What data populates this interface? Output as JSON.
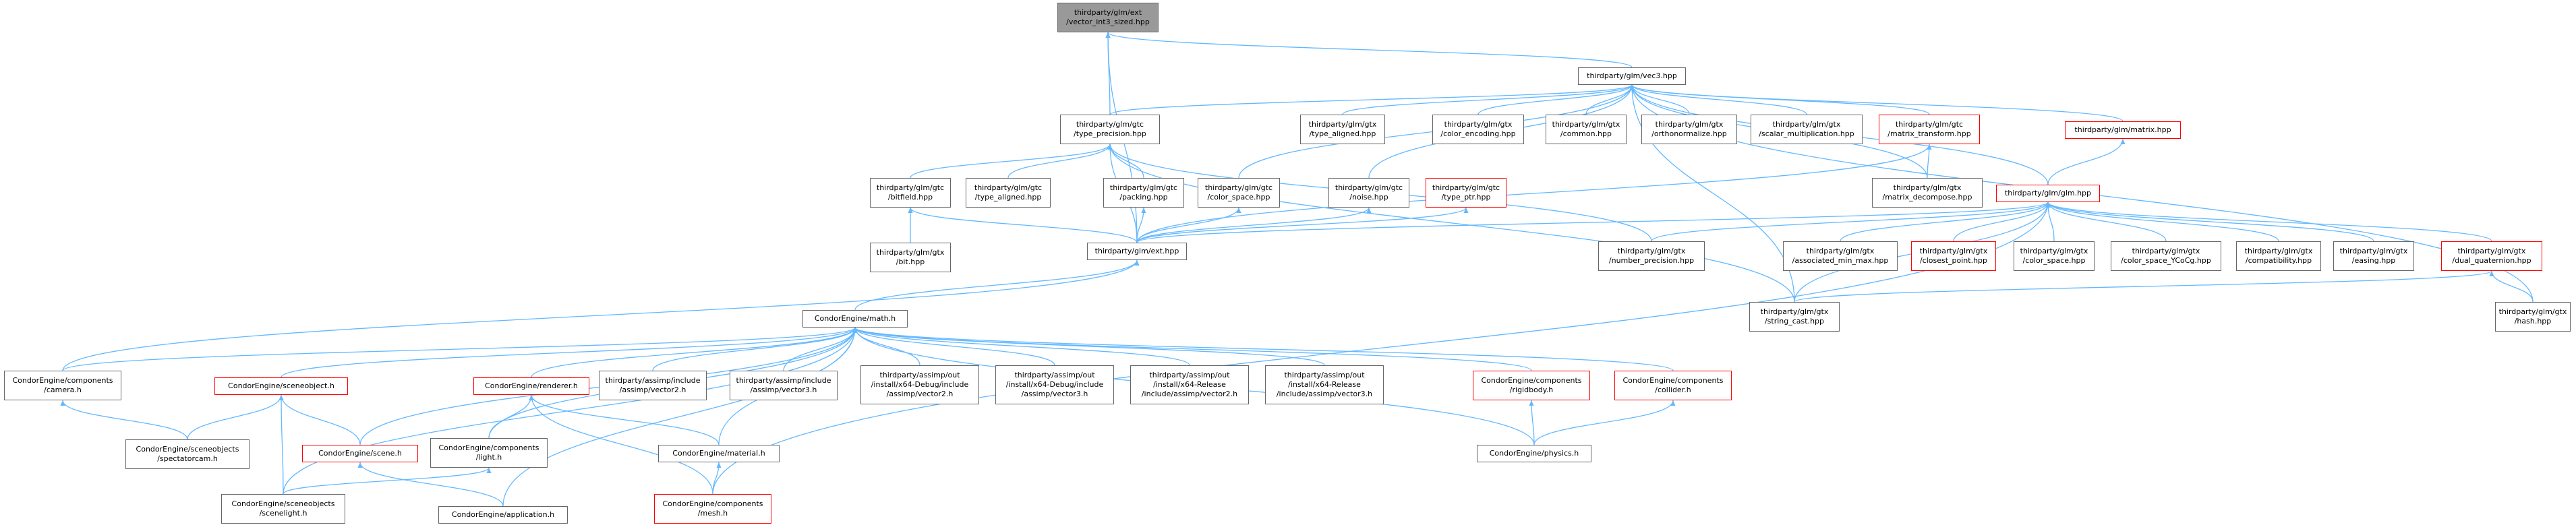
{
  "nodes": {
    "vec_int3": {
      "label": "thirdparty/glm/ext\n/vector_int3_sized.hpp",
      "style": "selected"
    },
    "vec3": {
      "label": "thirdparty/glm/vec3.hpp",
      "style": "normal"
    },
    "type_precision": {
      "label": "thirdparty/glm/gtc\n/type_precision.hpp",
      "style": "normal"
    },
    "type_aligned_gtx": {
      "label": "thirdparty/glm/gtx\n/type_aligned.hpp",
      "style": "normal"
    },
    "color_encoding": {
      "label": "thirdparty/glm/gtx\n/color_encoding.hpp",
      "style": "normal"
    },
    "common": {
      "label": "thirdparty/glm/gtx\n/common.hpp",
      "style": "normal"
    },
    "orthonormalize": {
      "label": "thirdparty/glm/gtx\n/orthonormalize.hpp",
      "style": "normal"
    },
    "scalar_mult": {
      "label": "thirdparty/glm/gtx\n/scalar_multiplication.hpp",
      "style": "normal"
    },
    "matrix_transform": {
      "label": "thirdparty/glm/gtc\n/matrix_transform.hpp",
      "style": "red"
    },
    "matrix": {
      "label": "thirdparty/glm/matrix.hpp",
      "style": "red"
    },
    "bitfield": {
      "label": "thirdparty/glm/gtc\n/bitfield.hpp",
      "style": "normal"
    },
    "type_aligned_gtc": {
      "label": "thirdparty/glm/gtc\n/type_aligned.hpp",
      "style": "normal"
    },
    "packing": {
      "label": "thirdparty/glm/gtc\n/packing.hpp",
      "style": "normal"
    },
    "color_space_gtc": {
      "label": "thirdparty/glm/gtc\n/color_space.hpp",
      "style": "normal"
    },
    "noise": {
      "label": "thirdparty/glm/gtc\n/noise.hpp",
      "style": "normal"
    },
    "type_ptr": {
      "label": "thirdparty/glm/gtc\n/type_ptr.hpp",
      "style": "red"
    },
    "matrix_decompose": {
      "label": "thirdparty/glm/gtx\n/matrix_decompose.hpp",
      "style": "normal"
    },
    "glm": {
      "label": "thirdparty/glm/glm.hpp",
      "style": "red"
    },
    "bit": {
      "label": "thirdparty/glm/gtx\n/bit.hpp",
      "style": "normal"
    },
    "ext": {
      "label": "thirdparty/glm/ext.hpp",
      "style": "normal"
    },
    "number_precision": {
      "label": "thirdparty/glm/gtx\n/number_precision.hpp",
      "style": "normal"
    },
    "associated_min_max": {
      "label": "thirdparty/glm/gtx\n/associated_min_max.hpp",
      "style": "normal"
    },
    "closest_point": {
      "label": "thirdparty/glm/gtx\n/closest_point.hpp",
      "style": "red"
    },
    "color_space_gtx": {
      "label": "thirdparty/glm/gtx\n/color_space.hpp",
      "style": "normal"
    },
    "color_space_ycocg": {
      "label": "thirdparty/glm/gtx\n/color_space_YCoCg.hpp",
      "style": "normal"
    },
    "compatibility": {
      "label": "thirdparty/glm/gtx\n/compatibility.hpp",
      "style": "normal"
    },
    "easing": {
      "label": "thirdparty/glm/gtx\n/easing.hpp",
      "style": "normal"
    },
    "dual_quaternion": {
      "label": "thirdparty/glm/gtx\n/dual_quaternion.hpp",
      "style": "red"
    },
    "string_cast": {
      "label": "thirdparty/glm/gtx\n/string_cast.hpp",
      "style": "normal"
    },
    "hash": {
      "label": "thirdparty/glm/gtx\n/hash.hpp",
      "style": "normal"
    },
    "math": {
      "label": "CondorEngine/math.h",
      "style": "normal"
    },
    "camera": {
      "label": "CondorEngine/components\n/camera.h",
      "style": "normal"
    },
    "sceneobject": {
      "label": "CondorEngine/sceneobject.h",
      "style": "red"
    },
    "renderer": {
      "label": "CondorEngine/renderer.h",
      "style": "red"
    },
    "a_vector2": {
      "label": "thirdparty/assimp/include\n/assimp/vector2.h",
      "style": "normal"
    },
    "a_vector3": {
      "label": "thirdparty/assimp/include\n/assimp/vector3.h",
      "style": "normal"
    },
    "a_dbg_vector2": {
      "label": "thirdparty/assimp/out\n/install/x64-Debug/include\n/assimp/vector2.h",
      "style": "normal"
    },
    "a_dbg_vector3": {
      "label": "thirdparty/assimp/out\n/install/x64-Debug/include\n/assimp/vector3.h",
      "style": "normal"
    },
    "a_rel_vector2": {
      "label": "thirdparty/assimp/out\n/install/x64-Release\n/include/assimp/vector2.h",
      "style": "normal"
    },
    "a_rel_vector3": {
      "label": "thirdparty/assimp/out\n/install/x64-Release\n/include/assimp/vector3.h",
      "style": "normal"
    },
    "rigidbody": {
      "label": "CondorEngine/components\n/rigidbody.h",
      "style": "red"
    },
    "collider": {
      "label": "CondorEngine/components\n/collider.h",
      "style": "red"
    },
    "spectatorcam": {
      "label": "CondorEngine/sceneobjects\n/spectatorcam.h",
      "style": "normal"
    },
    "scene": {
      "label": "CondorEngine/scene.h",
      "style": "red"
    },
    "light": {
      "label": "CondorEngine/components\n/light.h",
      "style": "normal"
    },
    "material": {
      "label": "CondorEngine/material.h",
      "style": "normal"
    },
    "physics": {
      "label": "CondorEngine/physics.h",
      "style": "normal"
    },
    "scenelight": {
      "label": "CondorEngine/sceneobjects\n/scenelight.h",
      "style": "normal"
    },
    "application": {
      "label": "CondorEngine/application.h",
      "style": "normal"
    },
    "mesh": {
      "label": "CondorEngine/components\n/mesh.h",
      "style": "red"
    }
  },
  "edges": [
    [
      "vec3",
      "vec_int3"
    ],
    [
      "type_precision",
      "vec_int3"
    ],
    [
      "ext",
      "vec_int3"
    ],
    [
      "type_precision",
      "vec3"
    ],
    [
      "type_aligned_gtx",
      "vec3"
    ],
    [
      "color_encoding",
      "vec3"
    ],
    [
      "common",
      "vec3"
    ],
    [
      "orthonormalize",
      "vec3"
    ],
    [
      "scalar_mult",
      "vec3"
    ],
    [
      "matrix_transform",
      "vec3"
    ],
    [
      "matrix",
      "vec3"
    ],
    [
      "color_space_gtc",
      "vec3"
    ],
    [
      "noise",
      "vec3"
    ],
    [
      "glm",
      "vec3"
    ],
    [
      "matrix_decompose",
      "vec3"
    ],
    [
      "string_cast",
      "vec3"
    ],
    [
      "hash",
      "vec3"
    ],
    [
      "bitfield",
      "type_precision"
    ],
    [
      "type_aligned_gtc",
      "type_precision"
    ],
    [
      "packing",
      "type_precision"
    ],
    [
      "ext",
      "type_precision"
    ],
    [
      "number_precision",
      "type_precision"
    ],
    [
      "string_cast",
      "type_precision"
    ],
    [
      "matrix_decompose",
      "matrix_transform"
    ],
    [
      "ext",
      "matrix_transform"
    ],
    [
      "glm",
      "matrix"
    ],
    [
      "bit",
      "bitfield"
    ],
    [
      "ext",
      "bitfield"
    ],
    [
      "ext",
      "packing"
    ],
    [
      "ext",
      "color_space_gtc"
    ],
    [
      "ext",
      "noise"
    ],
    [
      "ext",
      "type_ptr"
    ],
    [
      "ext",
      "glm"
    ],
    [
      "number_precision",
      "glm"
    ],
    [
      "associated_min_max",
      "glm"
    ],
    [
      "closest_point",
      "glm"
    ],
    [
      "color_space_gtx",
      "glm"
    ],
    [
      "color_space_ycocg",
      "glm"
    ],
    [
      "compatibility",
      "glm"
    ],
    [
      "easing",
      "glm"
    ],
    [
      "dual_quaternion",
      "glm"
    ],
    [
      "string_cast",
      "glm"
    ],
    [
      "mesh",
      "glm"
    ],
    [
      "hash",
      "dual_quaternion"
    ],
    [
      "string_cast",
      "dual_quaternion"
    ],
    [
      "math",
      "ext"
    ],
    [
      "camera",
      "ext"
    ],
    [
      "camera",
      "math"
    ],
    [
      "sceneobject",
      "math"
    ],
    [
      "renderer",
      "math"
    ],
    [
      "a_vector2",
      "math"
    ],
    [
      "a_vector3",
      "math"
    ],
    [
      "a_dbg_vector2",
      "math"
    ],
    [
      "a_dbg_vector3",
      "math"
    ],
    [
      "a_rel_vector2",
      "math"
    ],
    [
      "a_rel_vector3",
      "math"
    ],
    [
      "rigidbody",
      "math"
    ],
    [
      "collider",
      "math"
    ],
    [
      "scene",
      "math"
    ],
    [
      "light",
      "math"
    ],
    [
      "material",
      "math"
    ],
    [
      "physics",
      "math"
    ],
    [
      "scenelight",
      "math"
    ],
    [
      "application",
      "math"
    ],
    [
      "spectatorcam",
      "camera"
    ],
    [
      "spectatorcam",
      "sceneobject"
    ],
    [
      "scene",
      "sceneobject"
    ],
    [
      "scenelight",
      "sceneobject"
    ],
    [
      "light",
      "renderer"
    ],
    [
      "material",
      "renderer"
    ],
    [
      "mesh",
      "renderer"
    ],
    [
      "physics",
      "rigidbody"
    ],
    [
      "physics",
      "collider"
    ],
    [
      "application",
      "scene"
    ],
    [
      "scenelight",
      "light"
    ],
    [
      "mesh",
      "material"
    ]
  ],
  "colors": {
    "edge": "#63b8ff",
    "box_border": "#666666",
    "red_border": "#ff0000",
    "selected_fill": "#999999"
  }
}
